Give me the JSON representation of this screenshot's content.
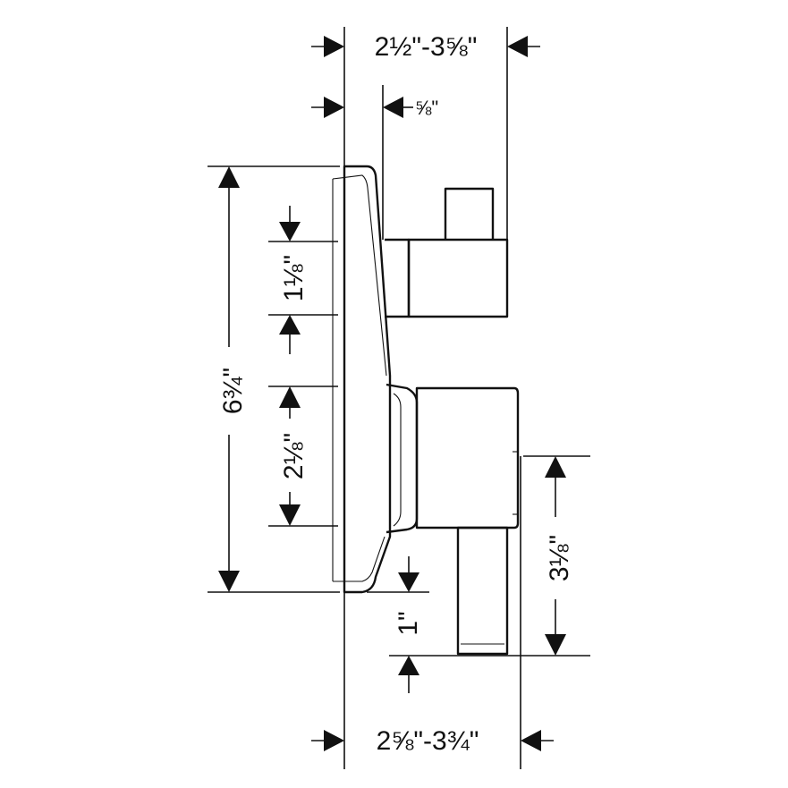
{
  "title": "",
  "dimensions": {
    "top_overall": "2½\"-3⅝\"",
    "top_inner": "⅝\"",
    "height_overall": "6¾\"",
    "upper_handle": "1⅛\"",
    "lower_handle": "2⅛\"",
    "lever_length": "3⅛\"",
    "bottom_offset": "1\"",
    "bottom_overall": "2⅝\"-3¾\""
  },
  "colors": {
    "line": "#111111",
    "background": "#ffffff"
  }
}
